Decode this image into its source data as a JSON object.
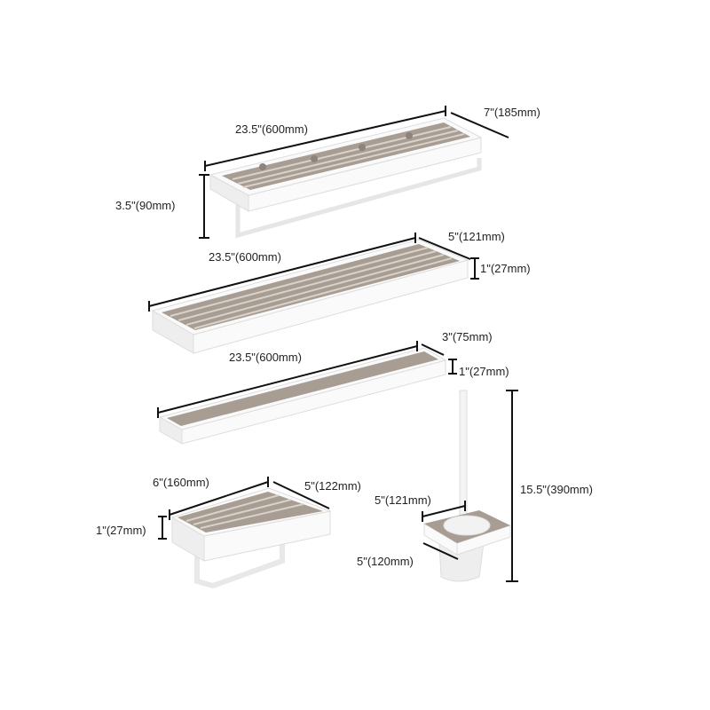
{
  "products": [
    {
      "name": "shelf-with-towel-bar-and-hooks",
      "dimensions": {
        "length": "23.5\"(600mm)",
        "depth": "7\"(185mm)",
        "height": "3.5\"(90mm)"
      }
    },
    {
      "name": "wide-shelf",
      "dimensions": {
        "length": "23.5\"(600mm)",
        "depth": "5\"(121mm)",
        "height": "1\"(27mm)"
      }
    },
    {
      "name": "narrow-shelf",
      "dimensions": {
        "length": "23.5\"(600mm)",
        "depth": "3\"(75mm)",
        "height": "1\"(27mm)"
      }
    },
    {
      "name": "soap-dish",
      "dimensions": {
        "length": "6\"(160mm)",
        "depth": "5\"(122mm)",
        "height": "1\"(27mm)"
      }
    },
    {
      "name": "toilet-brush-holder",
      "dimensions": {
        "width": "5\"(121mm)",
        "depth": "5\"(120mm)",
        "height": "15.5\"(390mm)"
      }
    }
  ],
  "colors": {
    "finish": "#fafafa",
    "tray": "#a79d92",
    "dimension_line": "#111111"
  }
}
